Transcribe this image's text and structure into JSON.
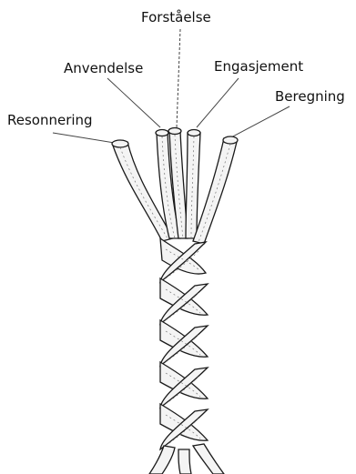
{
  "diagram": {
    "strands": [
      {
        "label": "Forståelse"
      },
      {
        "label": "Anvendelse"
      },
      {
        "label": "Engasjement"
      },
      {
        "label": "Beregning"
      },
      {
        "label": "Resonnering"
      }
    ],
    "colors": {
      "ink": "#1a1a1a",
      "rope_fill": "#f4f4f4",
      "background": "#ffffff"
    }
  }
}
